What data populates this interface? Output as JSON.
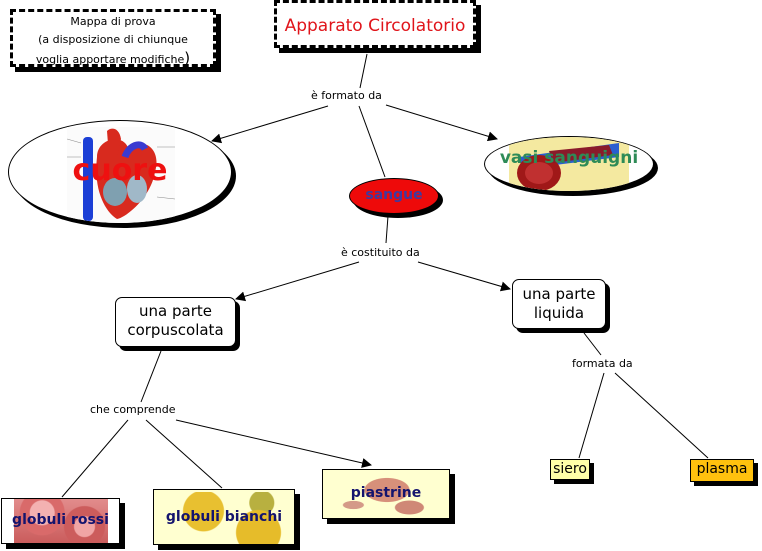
{
  "note": {
    "line1": "Mappa di prova",
    "line2": "(a disposizione di chiunque",
    "line3": "voglia apportare modifiche",
    "close_paren": ")"
  },
  "title": "Apparato Circolatorio",
  "links": {
    "formato_da": "è formato da",
    "costituito_da": "è costituito da",
    "che_comprende": "che comprende",
    "formata_da": "formata da"
  },
  "concepts": {
    "cuore": "cuore",
    "vasi": "vasi sanguigni",
    "sangue": "sangue",
    "corpuscolata": [
      "una parte",
      "corpuscolata"
    ],
    "liquida": [
      "una parte",
      "liquida"
    ],
    "globuli_rossi": "globuli rossi",
    "globuli_bianchi": "globuli bianchi",
    "piastrine": "piastrine",
    "siero": "siero",
    "plasma": "plasma"
  },
  "colors": {
    "title_text": "#e0141a",
    "cuore_text": "#ee1010",
    "vasi_text": "#2e8b57",
    "sangue_fill": "#ee0a0a",
    "sangue_text": "#3f3aa0",
    "image_label_text": "#14146e",
    "siero_fill": "#ffffa8",
    "plasma_fill": "#ffc10e"
  }
}
